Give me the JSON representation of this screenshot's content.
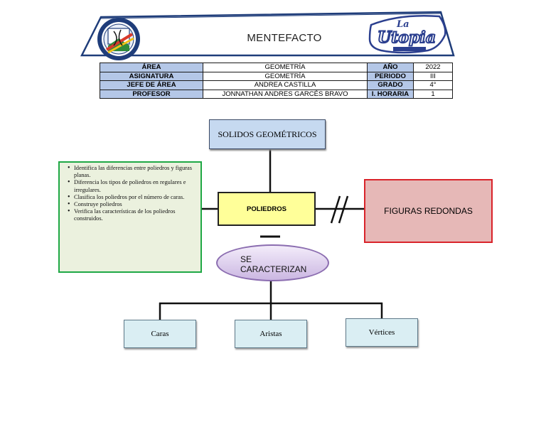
{
  "header": {
    "title": "MENTEFACTO",
    "logo_right_text": "La Utopia"
  },
  "info_table": {
    "rows": [
      {
        "label": "ÁREA",
        "value": "GEOMETRÍA",
        "label2": "AÑO",
        "value2": "2022"
      },
      {
        "label": "ASIGNATURA",
        "value": "GEOMETRÍA",
        "label2": "PERIODO",
        "value2": "III"
      },
      {
        "label": "JEFE DE ÁREA",
        "value": "ANDREA CASTILLA",
        "label2": "GRADO",
        "value2": "4°"
      },
      {
        "label": "PROFESOR",
        "value": "JONNATHAN ANDRES GARCÉS BRAVO",
        "label2": "I. HORARIA",
        "value2": "1"
      }
    ]
  },
  "mentefacto": {
    "supraordinate": "SOLIDOS GEOMÉTRICOS",
    "concept": "POLIEDROS",
    "exclusion": "FIGURAS REDONDAS",
    "characterize": "SE CARACTERIZAN",
    "objectives": [
      "Identifica las diferencias entre poliedros y figuras planas.",
      "Diferencia los tipos de poliedros en regulares e irregulares.",
      "Clasifica los poliedros por el número de caras.",
      "Construye poliedros",
      "Verifica las características de los poliedros construidos."
    ],
    "parts": [
      "Caras",
      "Aristas",
      "Vértices"
    ]
  },
  "colors": {
    "table_header": "#b4c7e7",
    "supraordinate_fill": "#c6d9f0",
    "concept_fill": "#ffff99",
    "exclusion_fill": "#e6b8b7",
    "exclusion_border": "#d9232a",
    "objectives_fill": "#ebf1de",
    "objectives_border": "#1fa845",
    "parts_fill": "#daeef3"
  }
}
